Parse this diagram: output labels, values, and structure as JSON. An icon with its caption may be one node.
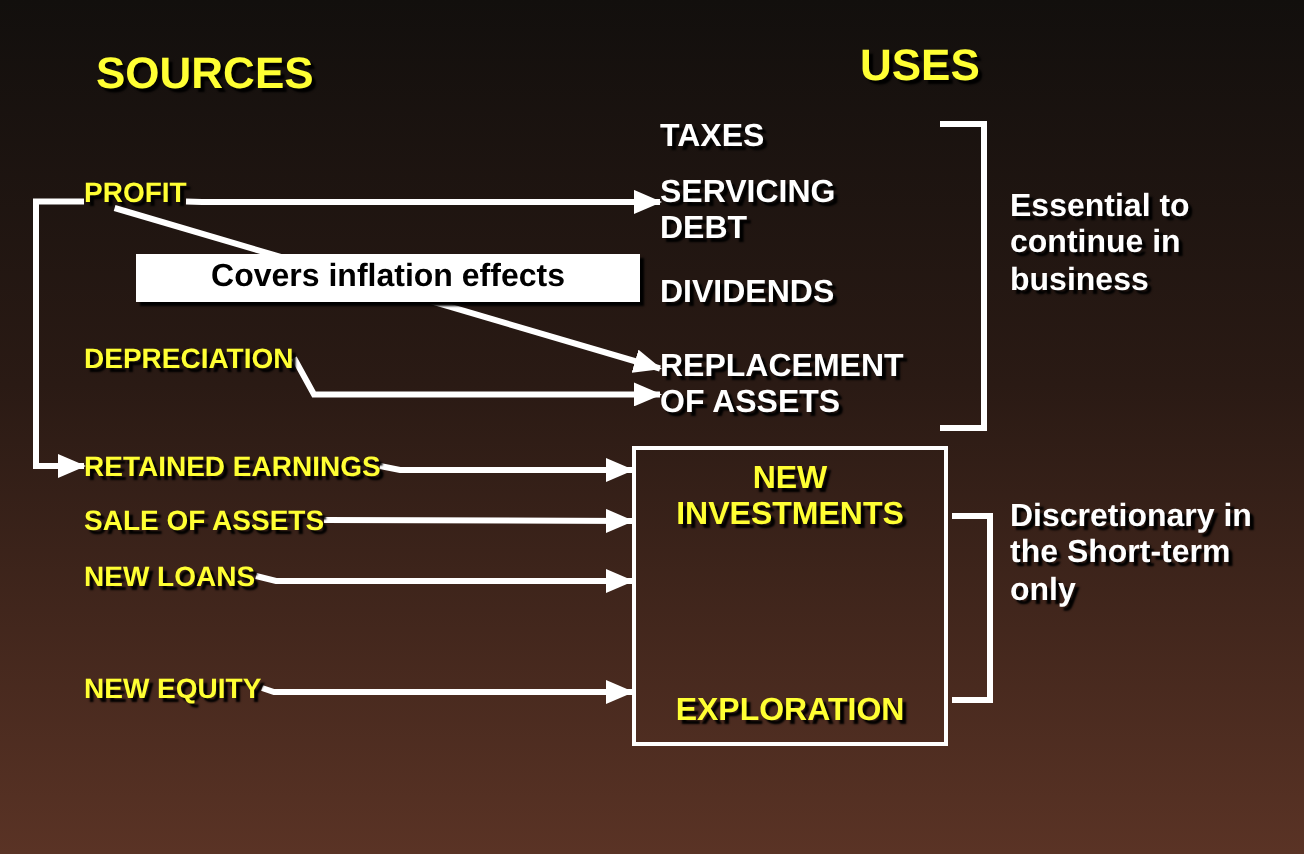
{
  "diagram": {
    "nodes": [
      {
        "text": [
          "PROFIT"
        ]
      },
      {
        "text": [
          "DEPRECIATION"
        ]
      },
      {
        "text": [
          "RETAINED EARNINGS"
        ]
      },
      {
        "text": [
          "SALE OF ASSETS"
        ]
      },
      {
        "text": [
          "NEW LOANS"
        ]
      },
      {
        "text": [
          "NEW EQUITY"
        ]
      },
      {
        "text": [
          "TAXES"
        ]
      },
      {
        "text": [
          "SERVICING DEBT"
        ]
      },
      {
        "text": [
          "DIVIDENDS"
        ]
      },
      {
        "text": [
          "REPLACEMENT OF ASSETS"
        ]
      },
      {
        "text": [
          "NEW INVESTMENTS",
          "EXPLORATION"
        ]
      },
      {
        "text": [
          "Essential to continue in business"
        ]
      },
      {
        "text": [
          "Discretionary in the Short-term only"
        ]
      }
    ],
    "edges": [
      {
        "from": 0,
        "to": 7,
        "arrow": "to"
      },
      {
        "from": 0,
        "to": 2,
        "arrow": "to"
      },
      {
        "from": 0,
        "to": 9,
        "arrow": "to",
        "label": "Covers inflation effects"
      },
      {
        "from": 1,
        "to": 9,
        "arrow": "to"
      },
      {
        "from": 2,
        "to": 10,
        "arrow": "to"
      },
      {
        "from": 3,
        "to": 10,
        "arrow": "to"
      },
      {
        "from": 4,
        "to": 10,
        "arrow": "to"
      },
      {
        "from": 5,
        "to": 10,
        "arrow": "to"
      }
    ],
    "labels": [
      "SOURCES",
      "USES"
    ]
  }
}
